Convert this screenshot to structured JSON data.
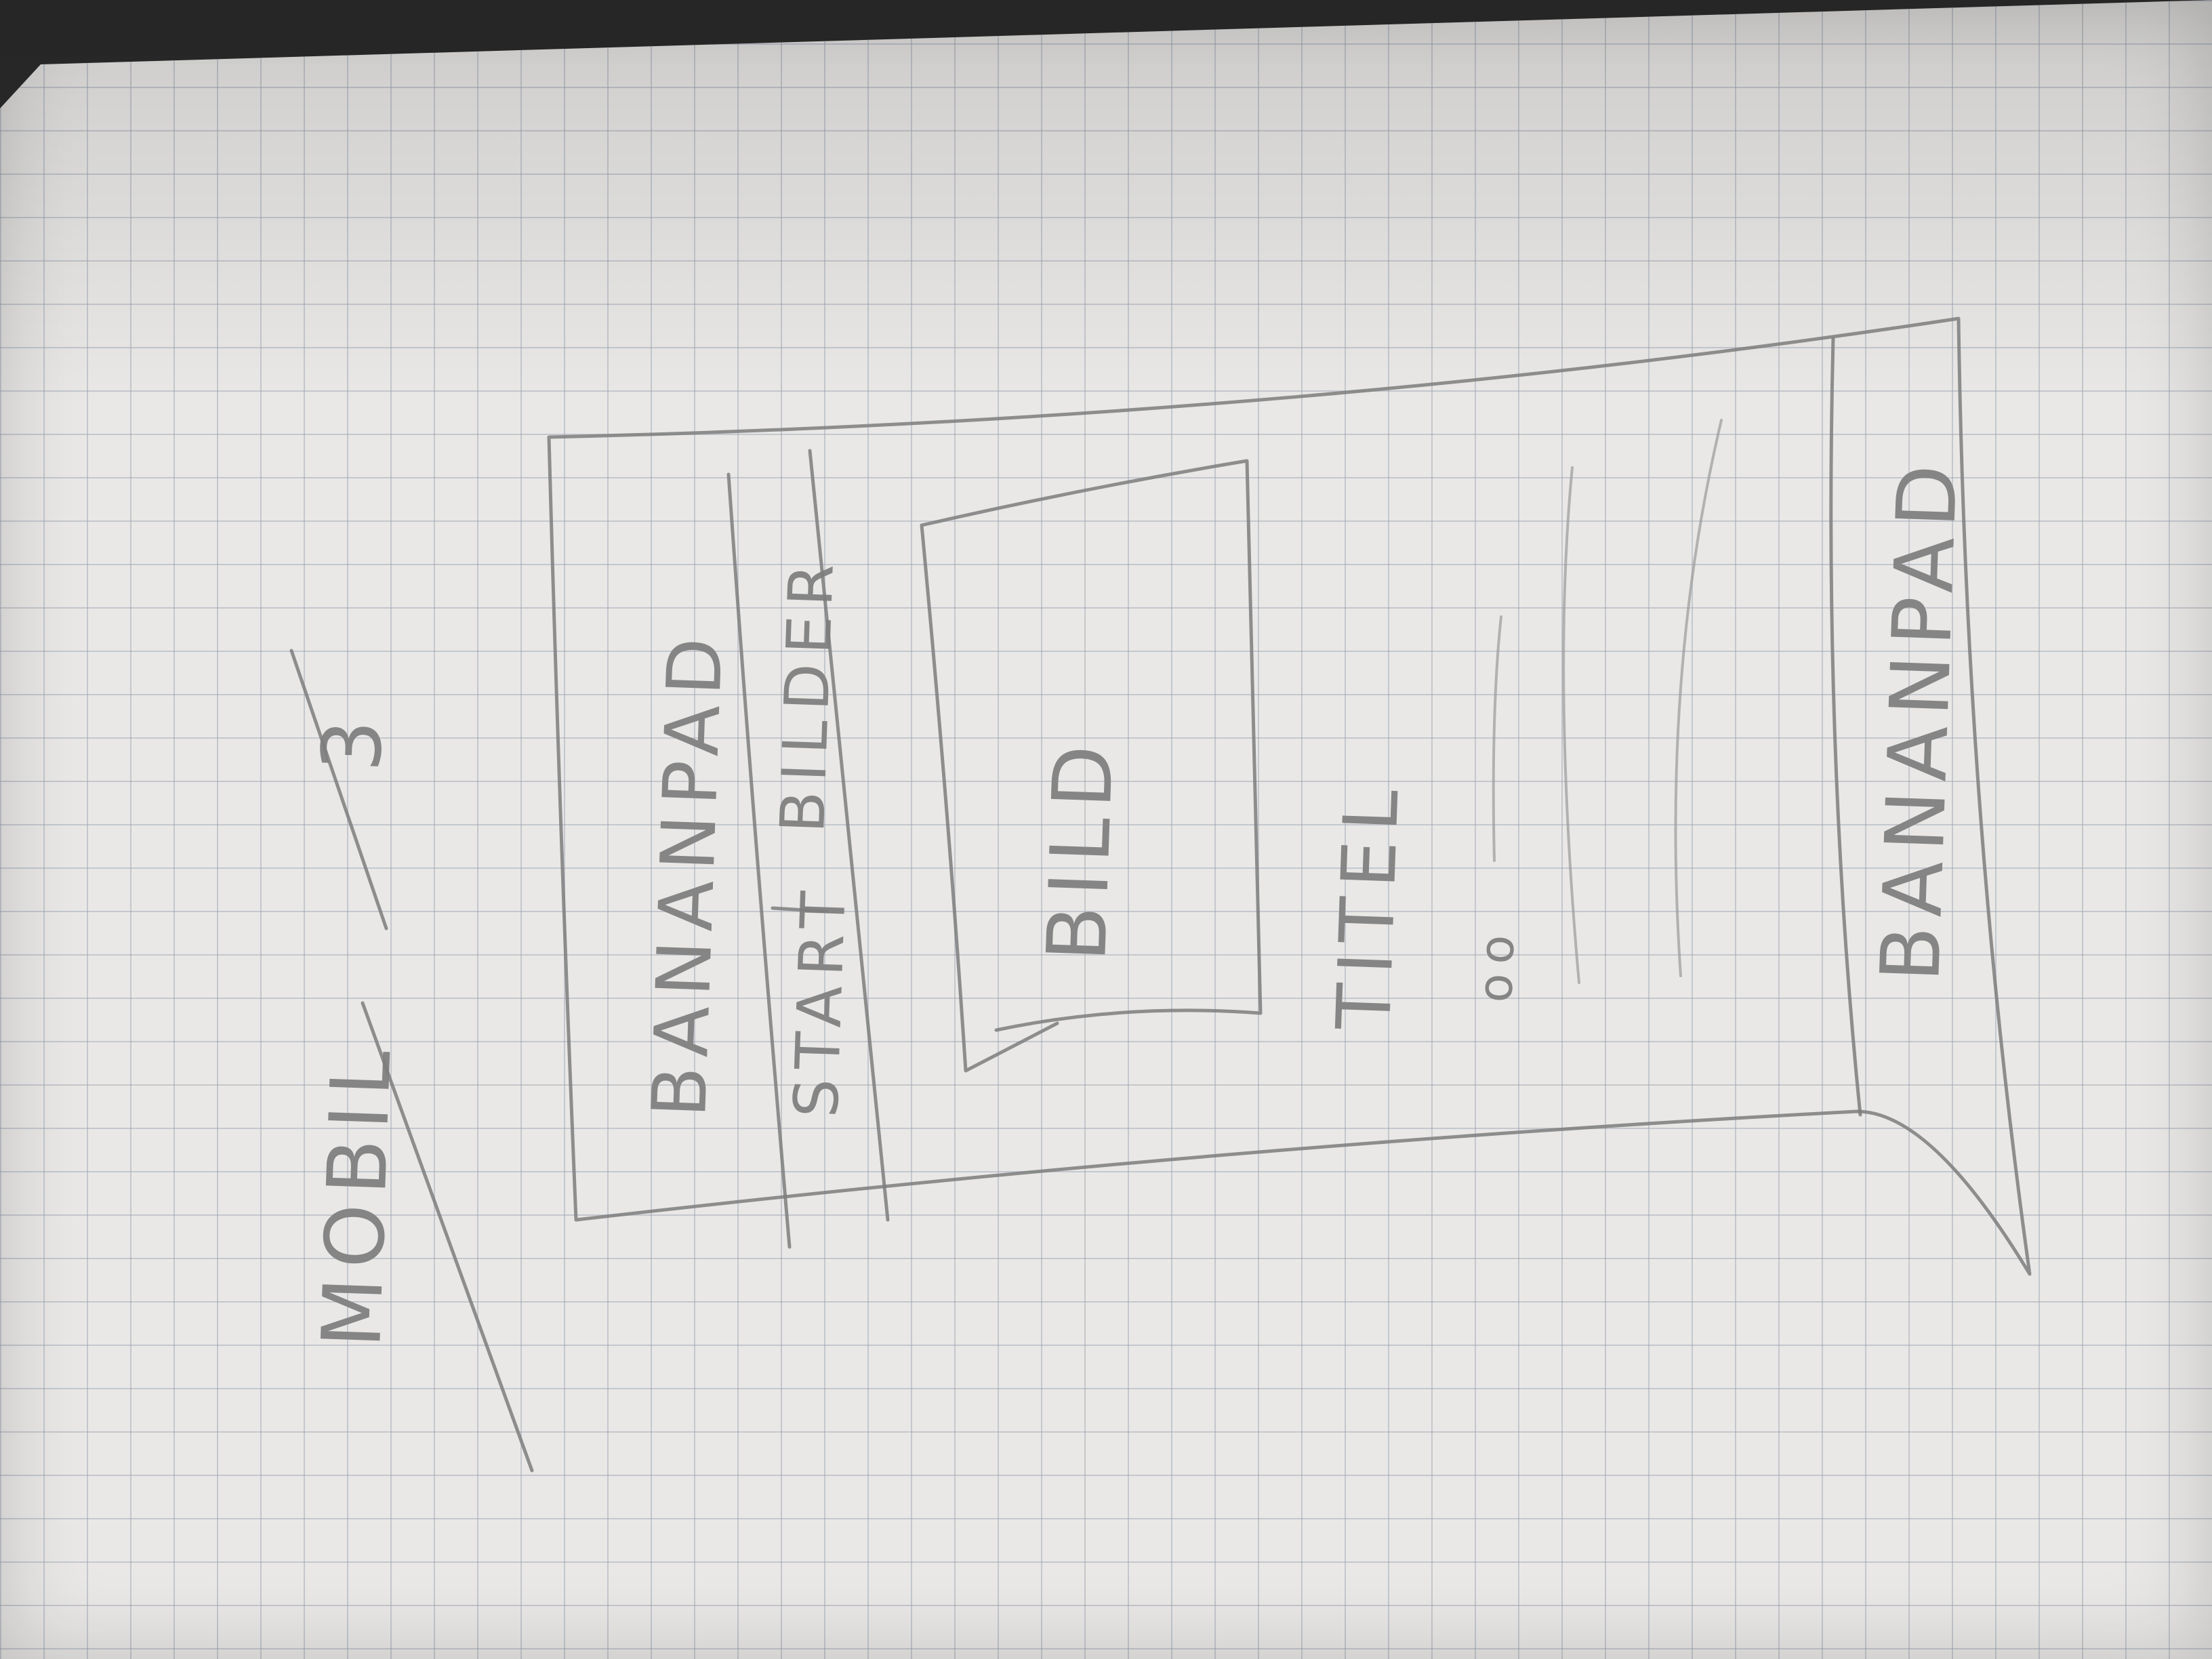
{
  "sketch": {
    "heading": "MOBIL",
    "version_number": "3",
    "mockup": {
      "header_title": "BANANPAD",
      "nav_items": [
        "START",
        "BILDER"
      ],
      "image_placeholder": "BILD",
      "content_title": "TITEL",
      "content_marker": "oo",
      "footer_title": "BANANPAD"
    }
  },
  "colors": {
    "paper": "#e9e8e6",
    "grid": "#a0aab4",
    "pencil": "#7d7d7d"
  }
}
